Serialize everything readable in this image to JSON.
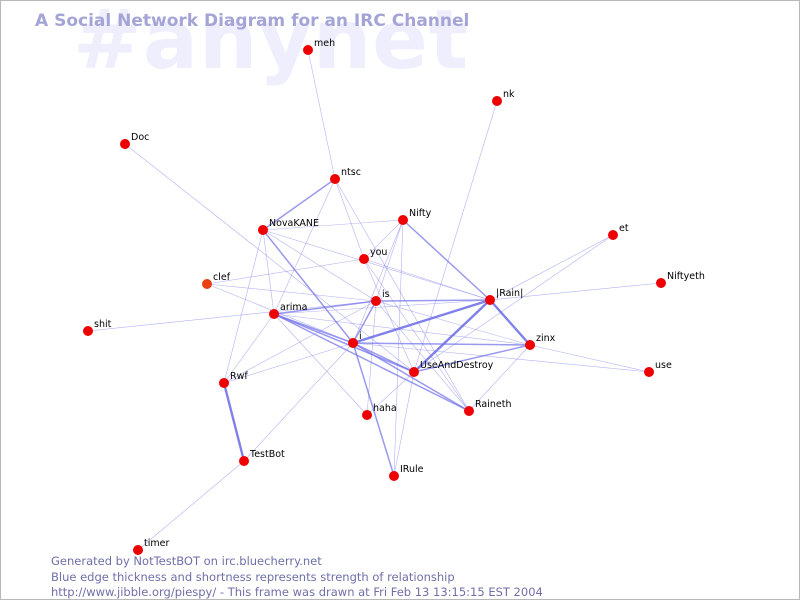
{
  "watermark": "#anynet",
  "title": "A Social Network Diagram for an IRC Channel",
  "footer": {
    "line1": "Generated by NotTestBOT on irc.bluecherry.net",
    "line2": "Blue edge thickness and shortness represents strength of relationship",
    "line3": "http://www.jibble.org/piespy/ - This frame was drawn at Fri Feb 13 13:15:15 EST 2004"
  },
  "colors": {
    "node": "#ee0000",
    "node_fading": "#e84010",
    "edge": "#7070e8",
    "label": "#000000"
  },
  "graph": {
    "nodes": [
      {
        "id": "meh",
        "label": "meh"
      },
      {
        "id": "nk",
        "label": "nk"
      },
      {
        "id": "doc",
        "label": "Doc"
      },
      {
        "id": "ntsc",
        "label": "ntsc"
      },
      {
        "id": "nifty",
        "label": "Nifty"
      },
      {
        "id": "novakane",
        "label": "NovaKANE"
      },
      {
        "id": "et",
        "label": "et"
      },
      {
        "id": "you",
        "label": "you"
      },
      {
        "id": "clef",
        "label": "clef"
      },
      {
        "id": "niftyeth",
        "label": "Niftyeth"
      },
      {
        "id": "rain",
        "label": "|Rain|"
      },
      {
        "id": "is",
        "label": "is"
      },
      {
        "id": "arima",
        "label": "arima"
      },
      {
        "id": "shit",
        "label": "shit"
      },
      {
        "id": "i",
        "label": "i"
      },
      {
        "id": "zinx",
        "label": "zinx"
      },
      {
        "id": "useanddestroy",
        "label": "UseAndDestroy"
      },
      {
        "id": "use",
        "label": "use"
      },
      {
        "id": "rwf",
        "label": "Rwf"
      },
      {
        "id": "haha",
        "label": "haha"
      },
      {
        "id": "raineth",
        "label": "Raineth"
      },
      {
        "id": "testbot",
        "label": "TestBot"
      },
      {
        "id": "irule",
        "label": "IRule"
      },
      {
        "id": "timer",
        "label": "timer"
      }
    ],
    "edges": [
      {
        "from": "meh",
        "to": "ntsc",
        "strength": 1
      },
      {
        "from": "ntsc",
        "to": "novakane",
        "strength": 2
      },
      {
        "from": "ntsc",
        "to": "you",
        "strength": 1
      },
      {
        "from": "ntsc",
        "to": "raineth",
        "strength": 1
      },
      {
        "from": "ntsc",
        "to": "arima",
        "strength": 1
      },
      {
        "from": "nk",
        "to": "useanddestroy",
        "strength": 1
      },
      {
        "from": "doc",
        "to": "useanddestroy",
        "strength": 1
      },
      {
        "from": "novakane",
        "to": "nifty",
        "strength": 1
      },
      {
        "from": "novakane",
        "to": "i",
        "strength": 2
      },
      {
        "from": "novakane",
        "to": "is",
        "strength": 1
      },
      {
        "from": "novakane",
        "to": "rwf",
        "strength": 1
      },
      {
        "from": "novakane",
        "to": "arima",
        "strength": 1
      },
      {
        "from": "novakane",
        "to": "rain",
        "strength": 1
      },
      {
        "from": "nifty",
        "to": "rain",
        "strength": 2
      },
      {
        "from": "nifty",
        "to": "i",
        "strength": 1
      },
      {
        "from": "nifty",
        "to": "irule",
        "strength": 1
      },
      {
        "from": "nifty",
        "to": "is",
        "strength": 1
      },
      {
        "from": "nifty",
        "to": "you",
        "strength": 1
      },
      {
        "from": "you",
        "to": "clef",
        "strength": 1
      },
      {
        "from": "you",
        "to": "rain",
        "strength": 1
      },
      {
        "from": "you",
        "to": "useanddestroy",
        "strength": 1
      },
      {
        "from": "you",
        "to": "raineth",
        "strength": 1
      },
      {
        "from": "clef",
        "to": "i",
        "strength": 1
      },
      {
        "from": "clef",
        "to": "is",
        "strength": 1
      },
      {
        "from": "et",
        "to": "rain",
        "strength": 1
      },
      {
        "from": "et",
        "to": "useanddestroy",
        "strength": 1
      },
      {
        "from": "niftyeth",
        "to": "rain",
        "strength": 1
      },
      {
        "from": "rain",
        "to": "is",
        "strength": 2
      },
      {
        "from": "rain",
        "to": "i",
        "strength": 3
      },
      {
        "from": "rain",
        "to": "useanddestroy",
        "strength": 3
      },
      {
        "from": "rain",
        "to": "zinx",
        "strength": 3
      },
      {
        "from": "rain",
        "to": "arima",
        "strength": 1
      },
      {
        "from": "is",
        "to": "arima",
        "strength": 2
      },
      {
        "from": "is",
        "to": "i",
        "strength": 2
      },
      {
        "from": "is",
        "to": "haha",
        "strength": 1
      },
      {
        "from": "is",
        "to": "raineth",
        "strength": 1
      },
      {
        "from": "is",
        "to": "zinx",
        "strength": 1
      },
      {
        "from": "is",
        "to": "rwf",
        "strength": 1
      },
      {
        "from": "shit",
        "to": "is",
        "strength": 1
      },
      {
        "from": "arima",
        "to": "i",
        "strength": 2
      },
      {
        "from": "arima",
        "to": "useanddestroy",
        "strength": 2
      },
      {
        "from": "arima",
        "to": "raineth",
        "strength": 2
      },
      {
        "from": "arima",
        "to": "haha",
        "strength": 1
      },
      {
        "from": "arima",
        "to": "rwf",
        "strength": 1
      },
      {
        "from": "arima",
        "to": "zinx",
        "strength": 1
      },
      {
        "from": "i",
        "to": "zinx",
        "strength": 2
      },
      {
        "from": "i",
        "to": "useanddestroy",
        "strength": 2
      },
      {
        "from": "i",
        "to": "raineth",
        "strength": 2
      },
      {
        "from": "i",
        "to": "irule",
        "strength": 2
      },
      {
        "from": "i",
        "to": "rwf",
        "strength": 1
      },
      {
        "from": "i",
        "to": "testbot",
        "strength": 1
      },
      {
        "from": "i",
        "to": "use",
        "strength": 1
      },
      {
        "from": "zinx",
        "to": "useanddestroy",
        "strength": 2
      },
      {
        "from": "zinx",
        "to": "use",
        "strength": 1
      },
      {
        "from": "zinx",
        "to": "raineth",
        "strength": 1
      },
      {
        "from": "useanddestroy",
        "to": "irule",
        "strength": 1
      },
      {
        "from": "useanddestroy",
        "to": "haha",
        "strength": 1
      },
      {
        "from": "rwf",
        "to": "testbot",
        "strength": 3
      },
      {
        "from": "testbot",
        "to": "timer",
        "strength": 1
      }
    ]
  }
}
